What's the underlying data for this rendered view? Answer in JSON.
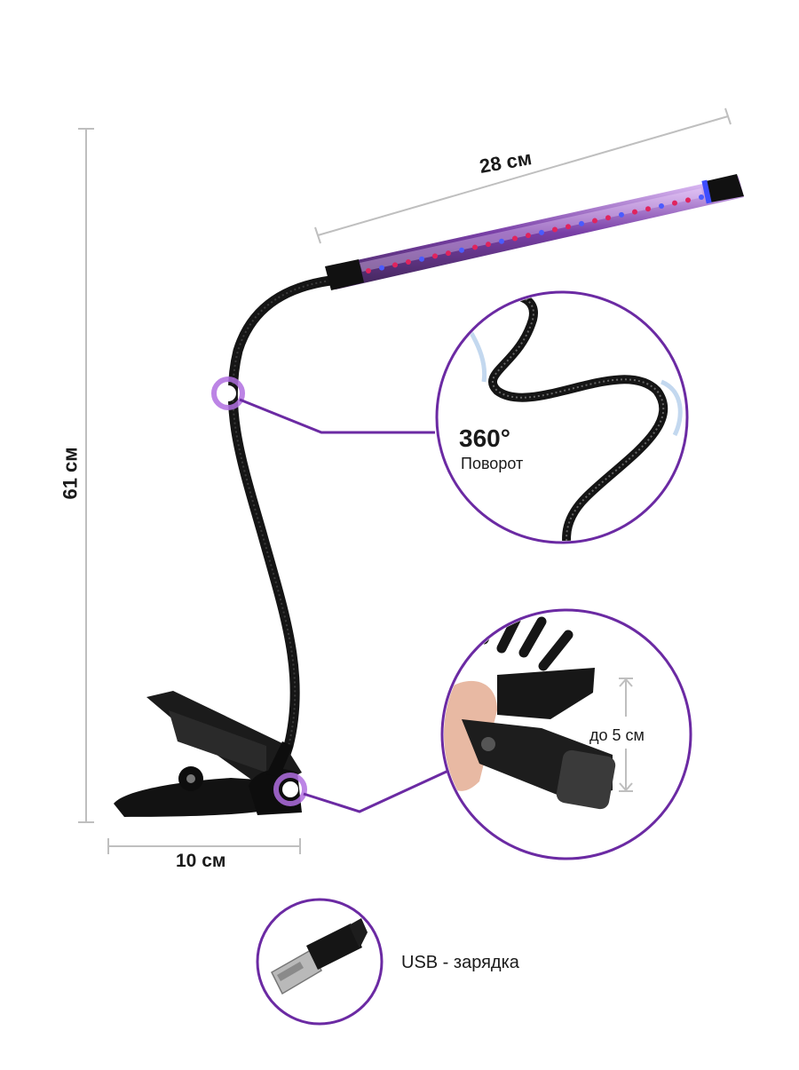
{
  "labels": {
    "length": "28 см",
    "height": "61 см",
    "width": "10 см",
    "rotation_degrees": "360°",
    "rotation_text": "Поворот",
    "clip_range": "до 5 см",
    "usb": "USB - зарядка"
  },
  "colors": {
    "accent_purple": "#6b2aa3",
    "highlight_ring": "#b06fe0",
    "dimension_line": "#bfbfbf",
    "lamp_body": "#111111",
    "led_red": "#e0245e",
    "led_blue": "#4b5bff"
  },
  "icons": {
    "usb": "usb-plug-icon",
    "gooseneck": "gooseneck-icon",
    "clip": "clamp-icon"
  }
}
